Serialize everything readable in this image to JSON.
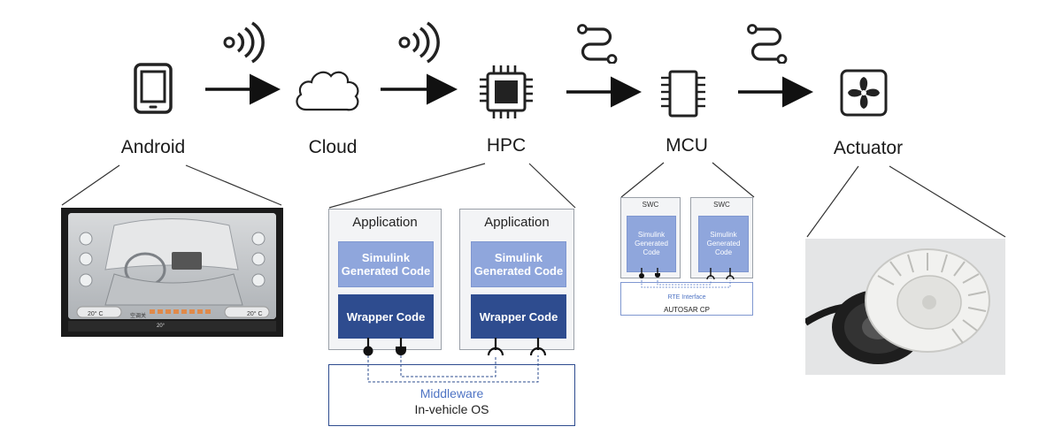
{
  "nodes": {
    "android": "Android",
    "cloud": "Cloud",
    "hpc": "HPC",
    "mcu": "MCU",
    "actuator": "Actuator"
  },
  "hpc_detail": {
    "apps": [
      {
        "title": "Application",
        "simulink": "Simulink Generated Code",
        "wrapper": "Wrapper Code"
      },
      {
        "title": "Application",
        "simulink": "Simulink Generated Code",
        "wrapper": "Wrapper Code"
      }
    ],
    "middleware": "Middleware",
    "os": "In-vehicle OS"
  },
  "mcu_detail": {
    "swcs": [
      {
        "title": "SWC",
        "code": "Simulink Generated Code"
      },
      {
        "title": "SWC",
        "code": "Simulink Generated Code"
      }
    ],
    "rte": "RTE Interface",
    "platform": "AUTOSAR CP"
  },
  "android_screen": {
    "temp_left": "20° C",
    "temp_right": "20° C",
    "mode_label": "空调关",
    "temp_mid": "20°"
  },
  "colors": {
    "wrapper": "#2e4c8f",
    "simulink": "#8fa6dc",
    "middleware_text": "#4f74c4"
  },
  "icons": [
    "tablet-icon",
    "cloud-icon",
    "chip-icon",
    "mcu-chip-icon",
    "fan-icon",
    "wireless-icon",
    "wired-connection-icon"
  ]
}
